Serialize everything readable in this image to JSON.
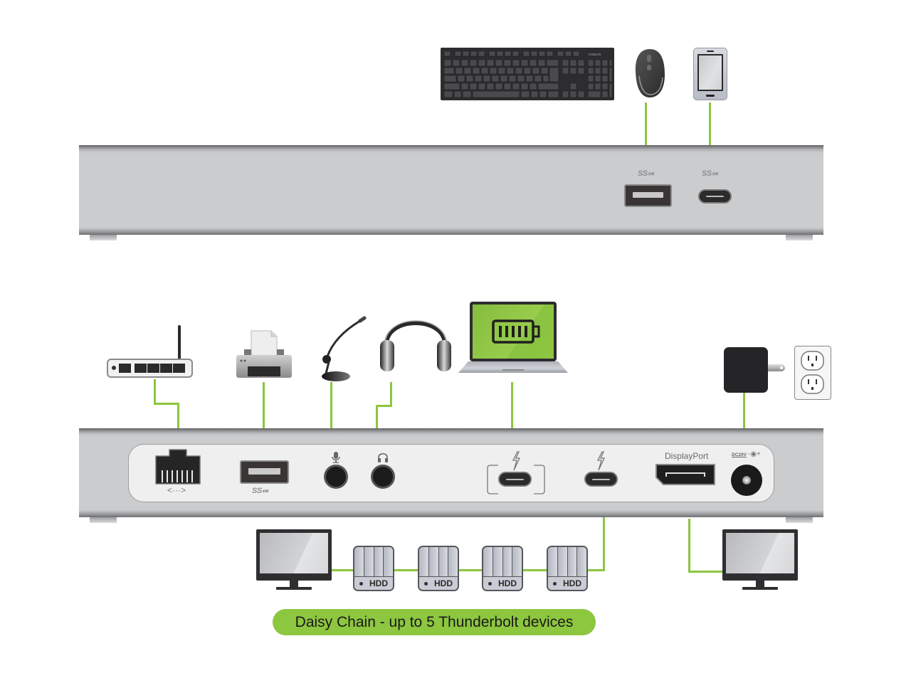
{
  "diagram": {
    "title": "Thunderbolt docking station connectivity diagram",
    "accent_color": "#8dc63f",
    "dock_color": "#cbcccd"
  },
  "front_panel": {
    "devices": [
      {
        "name": "keyboard",
        "icon": "keyboard-icon",
        "brand_label": "IOGEAR"
      },
      {
        "name": "mouse",
        "icon": "mouse-icon"
      },
      {
        "name": "tablet",
        "icon": "tablet-icon"
      }
    ],
    "ports": [
      {
        "type": "USB-A",
        "label": "SS",
        "icon": "superspeed-usb-icon"
      },
      {
        "type": "USB-C",
        "label": "SS",
        "icon": "superspeed-usb-icon"
      }
    ]
  },
  "rear_panel": {
    "devices": [
      {
        "name": "router",
        "icon": "router-icon"
      },
      {
        "name": "printer",
        "icon": "printer-icon"
      },
      {
        "name": "microphone",
        "icon": "microphone-icon"
      },
      {
        "name": "headphones",
        "icon": "headphones-icon"
      },
      {
        "name": "laptop",
        "icon": "laptop-charging-icon"
      },
      {
        "name": "power-adapter",
        "icon": "power-adapter-icon"
      },
      {
        "name": "wall-outlet",
        "icon": "wall-outlet-icon"
      }
    ],
    "ports": {
      "ethernet_symbol": "<···>",
      "usb_label": "SS",
      "displayport_label": "DisplayPort",
      "dc_label": "DC20V",
      "dc_polarity": "-◉+"
    },
    "daisy_chain": {
      "monitor_count": 1,
      "hdd_labels": [
        "HDD",
        "HDD",
        "HDD",
        "HDD"
      ]
    },
    "displayport_monitor": {
      "name": "monitor"
    }
  },
  "caption": "Daisy Chain - up to 5 Thunderbolt devices"
}
